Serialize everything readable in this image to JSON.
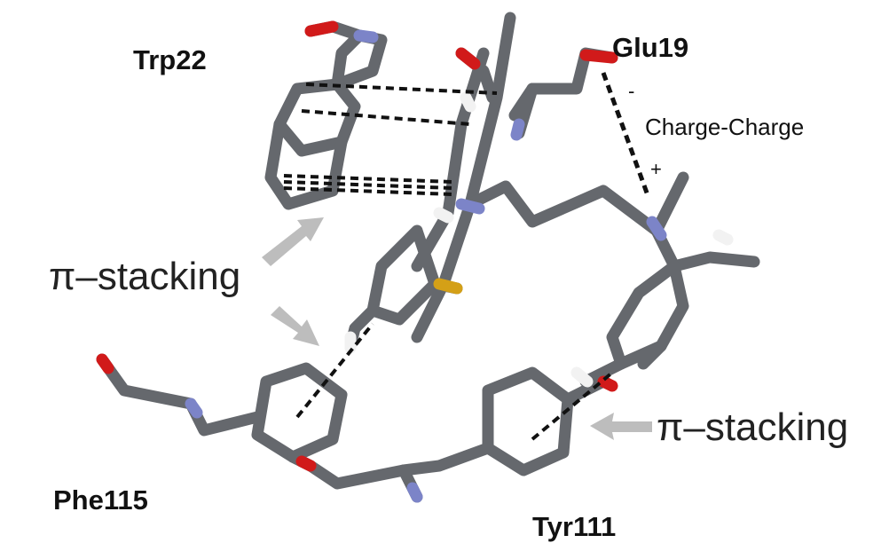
{
  "labels": {
    "trp22": "Trp22",
    "glu19": "Glu19",
    "charge_charge": "Charge-Charge",
    "minus": "-",
    "plus": "+",
    "pi_stacking_left": "π–stacking",
    "pi_stacking_right": "π–stacking",
    "phe115": "Phe115",
    "tyr111": "Tyr111"
  },
  "colors": {
    "carbon": "#6b6e73",
    "oxygen": "#d11a1a",
    "nitrogen": "#7c84c8",
    "hydrogen": "#f2f2f2",
    "sulfur": "#d4a017",
    "arrow": "#bdbdbd",
    "dashed": "#111111"
  }
}
